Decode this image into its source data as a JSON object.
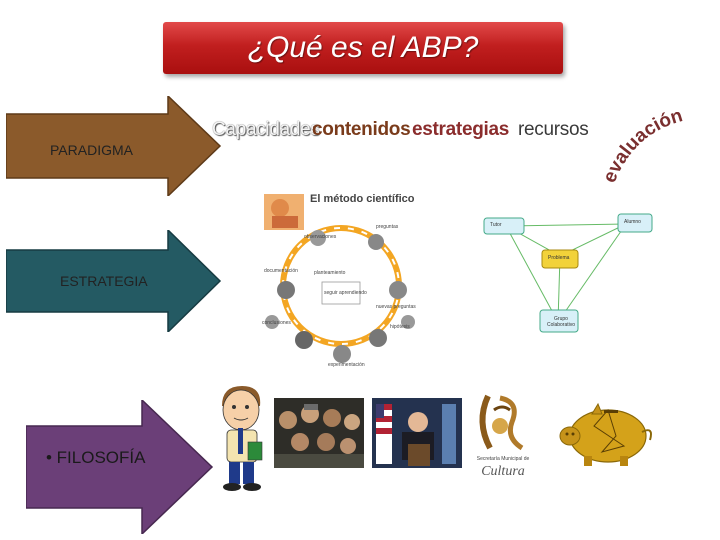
{
  "slide": {
    "title": "¿Qué es el ABP?",
    "colors": {
      "title_bg": "#c11f1f",
      "arrow_brown": "#8b5a2b",
      "arrow_teal": "#245a63",
      "arrow_purple": "#6b3f78"
    }
  },
  "arrows": [
    {
      "label": "PARADIGMA"
    },
    {
      "label": "ESTRATEGIA"
    },
    {
      "label": "• FILOSOFÍA"
    }
  ],
  "word_cloud": {
    "words": [
      {
        "text": "Capacidades",
        "color": "#f4f4f4"
      },
      {
        "text": "contenidos",
        "color": "#7a3b1b"
      },
      {
        "text": "estrategias",
        "color": "#8b2d2d"
      },
      {
        "text": "recursos",
        "color": "#3a3a3a"
      }
    ],
    "curved_word": {
      "text": "evaluación",
      "color": "#7a2f2f"
    }
  },
  "scientific_method": {
    "title": "El método científico",
    "labels": [
      "observaciones",
      "preguntas",
      "documentación",
      "planteamiento",
      "seguir aprendiendo",
      "nuevas preguntas",
      "conclusiones",
      "hipótesis",
      "experimentación"
    ]
  },
  "triangle_diagram": {
    "nodes": [
      "Tutor",
      "Alumno",
      "Problema",
      "Grupo Colaborativo"
    ]
  },
  "logo": {
    "caption_line1": "Secretaría Municipal de",
    "caption_line2": "Cultura"
  }
}
